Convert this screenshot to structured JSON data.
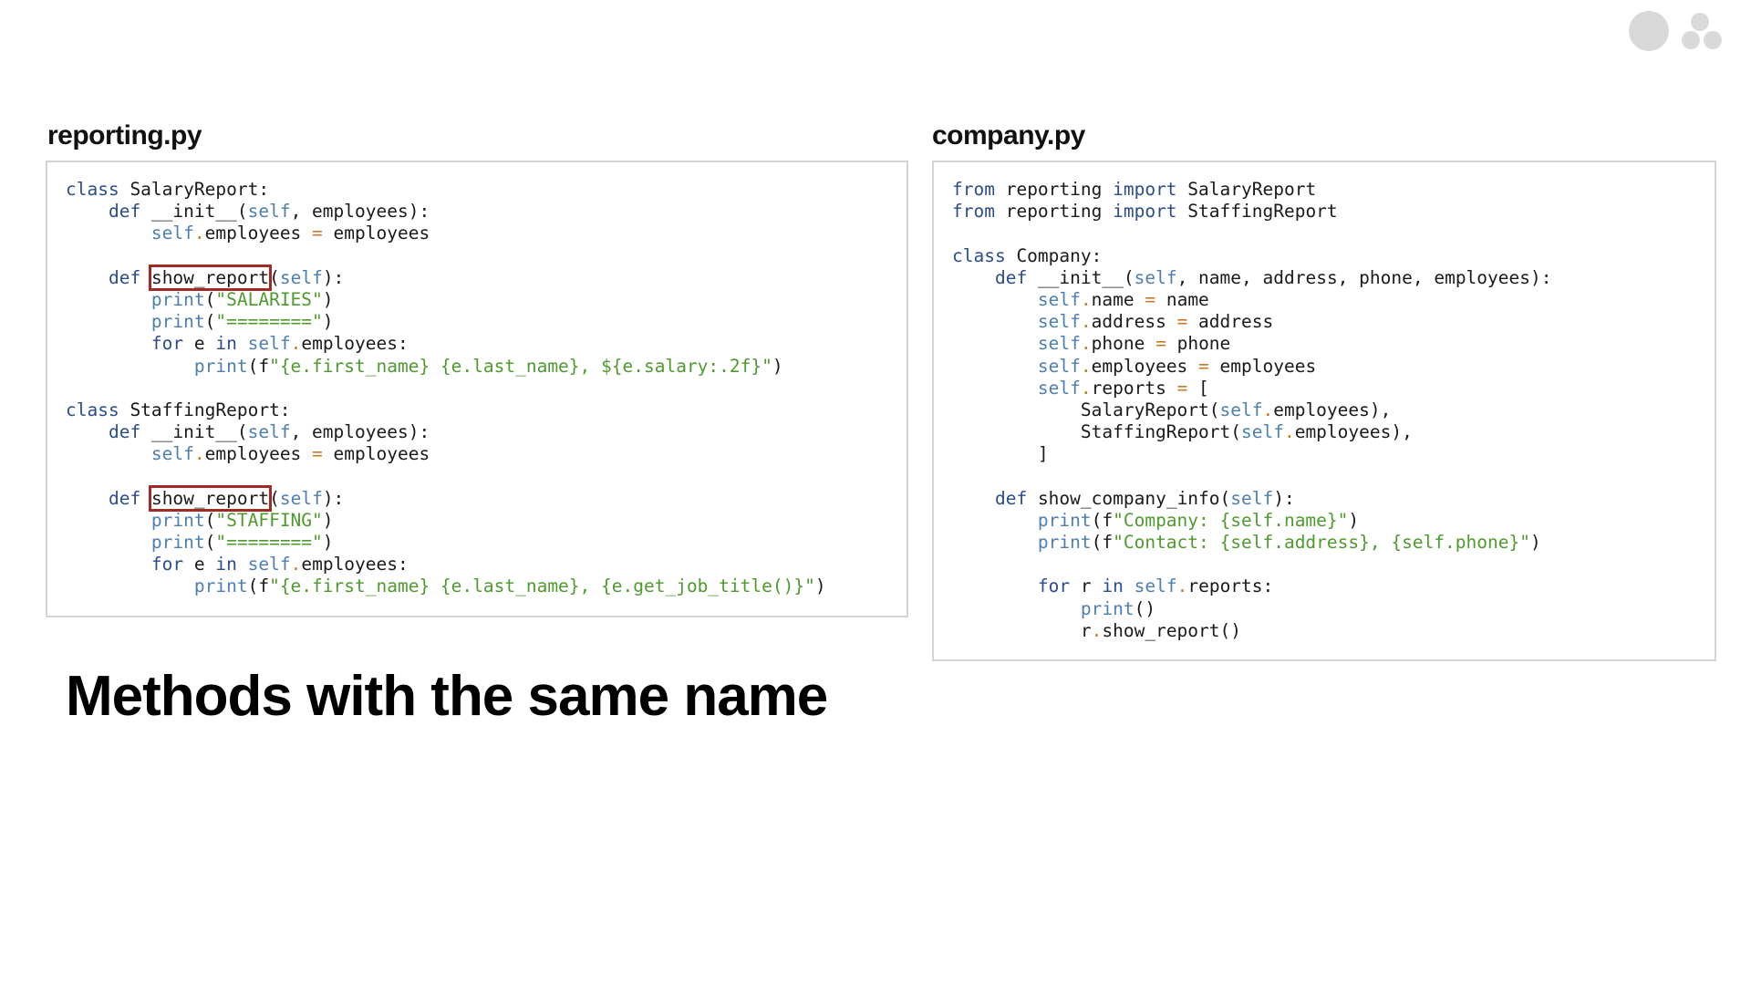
{
  "colors": {
    "keyword": "#2b4d8c",
    "self": "#4f7fb0",
    "string": "#4f9a2f",
    "operator": "#c87a2a",
    "highlight_border": "#a02a24",
    "panel_border": "#d4d4d4",
    "logo": "#d9d9d9"
  },
  "logo": {
    "icon": "dots-logo-icon"
  },
  "left_panel": {
    "title": "reporting.py",
    "lines": [
      [
        {
          "t": "class",
          "c": "kw"
        },
        {
          "t": " SalaryReport:",
          "c": "txt"
        }
      ],
      [
        {
          "t": "    ",
          "c": "txt"
        },
        {
          "t": "def",
          "c": "kw"
        },
        {
          "t": " __init__(",
          "c": "txt"
        },
        {
          "t": "self",
          "c": "slf"
        },
        {
          "t": ", employees):",
          "c": "txt"
        }
      ],
      [
        {
          "t": "        ",
          "c": "txt"
        },
        {
          "t": "self",
          "c": "slf"
        },
        {
          "t": ".",
          "c": "op"
        },
        {
          "t": "employees ",
          "c": "txt"
        },
        {
          "t": "=",
          "c": "op"
        },
        {
          "t": " employees",
          "c": "txt"
        }
      ],
      [],
      [
        {
          "t": "    ",
          "c": "txt"
        },
        {
          "t": "def",
          "c": "kw"
        },
        {
          "t": " ",
          "c": "txt"
        },
        {
          "t": "show_report",
          "c": "txt",
          "hl": true
        },
        {
          "t": "(",
          "c": "txt"
        },
        {
          "t": "self",
          "c": "slf"
        },
        {
          "t": "):",
          "c": "txt"
        }
      ],
      [
        {
          "t": "        ",
          "c": "txt"
        },
        {
          "t": "print",
          "c": "slf"
        },
        {
          "t": "(",
          "c": "txt"
        },
        {
          "t": "\"SALARIES\"",
          "c": "str"
        },
        {
          "t": ")",
          "c": "txt"
        }
      ],
      [
        {
          "t": "        ",
          "c": "txt"
        },
        {
          "t": "print",
          "c": "slf"
        },
        {
          "t": "(",
          "c": "txt"
        },
        {
          "t": "\"========\"",
          "c": "str"
        },
        {
          "t": ")",
          "c": "txt"
        }
      ],
      [
        {
          "t": "        ",
          "c": "txt"
        },
        {
          "t": "for",
          "c": "kw"
        },
        {
          "t": " e ",
          "c": "txt"
        },
        {
          "t": "in",
          "c": "kw"
        },
        {
          "t": " ",
          "c": "txt"
        },
        {
          "t": "self",
          "c": "slf"
        },
        {
          "t": ".",
          "c": "op"
        },
        {
          "t": "employees:",
          "c": "txt"
        }
      ],
      [
        {
          "t": "            ",
          "c": "txt"
        },
        {
          "t": "print",
          "c": "slf"
        },
        {
          "t": "(f",
          "c": "txt"
        },
        {
          "t": "\"{e.first_name} {e.last_name}, ${e.salary:.2f}\"",
          "c": "str"
        },
        {
          "t": ")",
          "c": "txt"
        }
      ],
      [],
      [
        {
          "t": "class",
          "c": "kw"
        },
        {
          "t": " StaffingReport:",
          "c": "txt"
        }
      ],
      [
        {
          "t": "    ",
          "c": "txt"
        },
        {
          "t": "def",
          "c": "kw"
        },
        {
          "t": " __init__(",
          "c": "txt"
        },
        {
          "t": "self",
          "c": "slf"
        },
        {
          "t": ", employees):",
          "c": "txt"
        }
      ],
      [
        {
          "t": "        ",
          "c": "txt"
        },
        {
          "t": "self",
          "c": "slf"
        },
        {
          "t": ".",
          "c": "op"
        },
        {
          "t": "employees ",
          "c": "txt"
        },
        {
          "t": "=",
          "c": "op"
        },
        {
          "t": " employees",
          "c": "txt"
        }
      ],
      [],
      [
        {
          "t": "    ",
          "c": "txt"
        },
        {
          "t": "def",
          "c": "kw"
        },
        {
          "t": " ",
          "c": "txt"
        },
        {
          "t": "show_report",
          "c": "txt",
          "hl": true
        },
        {
          "t": "(",
          "c": "txt"
        },
        {
          "t": "self",
          "c": "slf"
        },
        {
          "t": "):",
          "c": "txt"
        }
      ],
      [
        {
          "t": "        ",
          "c": "txt"
        },
        {
          "t": "print",
          "c": "slf"
        },
        {
          "t": "(",
          "c": "txt"
        },
        {
          "t": "\"STAFFING\"",
          "c": "str"
        },
        {
          "t": ")",
          "c": "txt"
        }
      ],
      [
        {
          "t": "        ",
          "c": "txt"
        },
        {
          "t": "print",
          "c": "slf"
        },
        {
          "t": "(",
          "c": "txt"
        },
        {
          "t": "\"========\"",
          "c": "str"
        },
        {
          "t": ")",
          "c": "txt"
        }
      ],
      [
        {
          "t": "        ",
          "c": "txt"
        },
        {
          "t": "for",
          "c": "kw"
        },
        {
          "t": " e ",
          "c": "txt"
        },
        {
          "t": "in",
          "c": "kw"
        },
        {
          "t": " ",
          "c": "txt"
        },
        {
          "t": "self",
          "c": "slf"
        },
        {
          "t": ".",
          "c": "op"
        },
        {
          "t": "employees:",
          "c": "txt"
        }
      ],
      [
        {
          "t": "            ",
          "c": "txt"
        },
        {
          "t": "print",
          "c": "slf"
        },
        {
          "t": "(f",
          "c": "txt"
        },
        {
          "t": "\"{e.first_name} {e.last_name}, {e.get_job_title()}\"",
          "c": "str"
        },
        {
          "t": ")",
          "c": "txt"
        }
      ]
    ]
  },
  "right_panel": {
    "title": "company.py",
    "lines": [
      [
        {
          "t": "from",
          "c": "kw"
        },
        {
          "t": " reporting ",
          "c": "txt"
        },
        {
          "t": "import",
          "c": "kw"
        },
        {
          "t": " SalaryReport",
          "c": "txt"
        }
      ],
      [
        {
          "t": "from",
          "c": "kw"
        },
        {
          "t": " reporting ",
          "c": "txt"
        },
        {
          "t": "import",
          "c": "kw"
        },
        {
          "t": " StaffingReport",
          "c": "txt"
        }
      ],
      [],
      [
        {
          "t": "class",
          "c": "kw"
        },
        {
          "t": " Company:",
          "c": "txt"
        }
      ],
      [
        {
          "t": "    ",
          "c": "txt"
        },
        {
          "t": "def",
          "c": "kw"
        },
        {
          "t": " __init__(",
          "c": "txt"
        },
        {
          "t": "self",
          "c": "slf"
        },
        {
          "t": ", name, address, phone, employees):",
          "c": "txt"
        }
      ],
      [
        {
          "t": "        ",
          "c": "txt"
        },
        {
          "t": "self",
          "c": "slf"
        },
        {
          "t": ".",
          "c": "op"
        },
        {
          "t": "name ",
          "c": "txt"
        },
        {
          "t": "=",
          "c": "op"
        },
        {
          "t": " name",
          "c": "txt"
        }
      ],
      [
        {
          "t": "        ",
          "c": "txt"
        },
        {
          "t": "self",
          "c": "slf"
        },
        {
          "t": ".",
          "c": "op"
        },
        {
          "t": "address ",
          "c": "txt"
        },
        {
          "t": "=",
          "c": "op"
        },
        {
          "t": " address",
          "c": "txt"
        }
      ],
      [
        {
          "t": "        ",
          "c": "txt"
        },
        {
          "t": "self",
          "c": "slf"
        },
        {
          "t": ".",
          "c": "op"
        },
        {
          "t": "phone ",
          "c": "txt"
        },
        {
          "t": "=",
          "c": "op"
        },
        {
          "t": " phone",
          "c": "txt"
        }
      ],
      [
        {
          "t": "        ",
          "c": "txt"
        },
        {
          "t": "self",
          "c": "slf"
        },
        {
          "t": ".",
          "c": "op"
        },
        {
          "t": "employees ",
          "c": "txt"
        },
        {
          "t": "=",
          "c": "op"
        },
        {
          "t": " employees",
          "c": "txt"
        }
      ],
      [
        {
          "t": "        ",
          "c": "txt"
        },
        {
          "t": "self",
          "c": "slf"
        },
        {
          "t": ".",
          "c": "op"
        },
        {
          "t": "reports ",
          "c": "txt"
        },
        {
          "t": "=",
          "c": "op"
        },
        {
          "t": " [",
          "c": "txt"
        }
      ],
      [
        {
          "t": "            SalaryReport(",
          "c": "txt"
        },
        {
          "t": "self",
          "c": "slf"
        },
        {
          "t": ".",
          "c": "op"
        },
        {
          "t": "employees),",
          "c": "txt"
        }
      ],
      [
        {
          "t": "            StaffingReport(",
          "c": "txt"
        },
        {
          "t": "self",
          "c": "slf"
        },
        {
          "t": ".",
          "c": "op"
        },
        {
          "t": "employees),",
          "c": "txt"
        }
      ],
      [
        {
          "t": "        ]",
          "c": "txt"
        }
      ],
      [],
      [
        {
          "t": "    ",
          "c": "txt"
        },
        {
          "t": "def",
          "c": "kw"
        },
        {
          "t": " show_company_info(",
          "c": "txt"
        },
        {
          "t": "self",
          "c": "slf"
        },
        {
          "t": "):",
          "c": "txt"
        }
      ],
      [
        {
          "t": "        ",
          "c": "txt"
        },
        {
          "t": "print",
          "c": "slf"
        },
        {
          "t": "(f",
          "c": "txt"
        },
        {
          "t": "\"Company: {self.name}\"",
          "c": "str"
        },
        {
          "t": ")",
          "c": "txt"
        }
      ],
      [
        {
          "t": "        ",
          "c": "txt"
        },
        {
          "t": "print",
          "c": "slf"
        },
        {
          "t": "(f",
          "c": "txt"
        },
        {
          "t": "\"Contact: {self.address}, {self.phone}\"",
          "c": "str"
        },
        {
          "t": ")",
          "c": "txt"
        }
      ],
      [],
      [
        {
          "t": "        ",
          "c": "txt"
        },
        {
          "t": "for",
          "c": "kw"
        },
        {
          "t": " r ",
          "c": "txt"
        },
        {
          "t": "in",
          "c": "kw"
        },
        {
          "t": " ",
          "c": "txt"
        },
        {
          "t": "self",
          "c": "slf"
        },
        {
          "t": ".",
          "c": "op"
        },
        {
          "t": "reports:",
          "c": "txt"
        }
      ],
      [
        {
          "t": "            ",
          "c": "txt"
        },
        {
          "t": "print",
          "c": "slf"
        },
        {
          "t": "()",
          "c": "txt"
        }
      ],
      [
        {
          "t": "            r",
          "c": "txt"
        },
        {
          "t": ".",
          "c": "op"
        },
        {
          "t": "show_report()",
          "c": "txt"
        }
      ]
    ]
  },
  "headline": "Methods with the same name"
}
